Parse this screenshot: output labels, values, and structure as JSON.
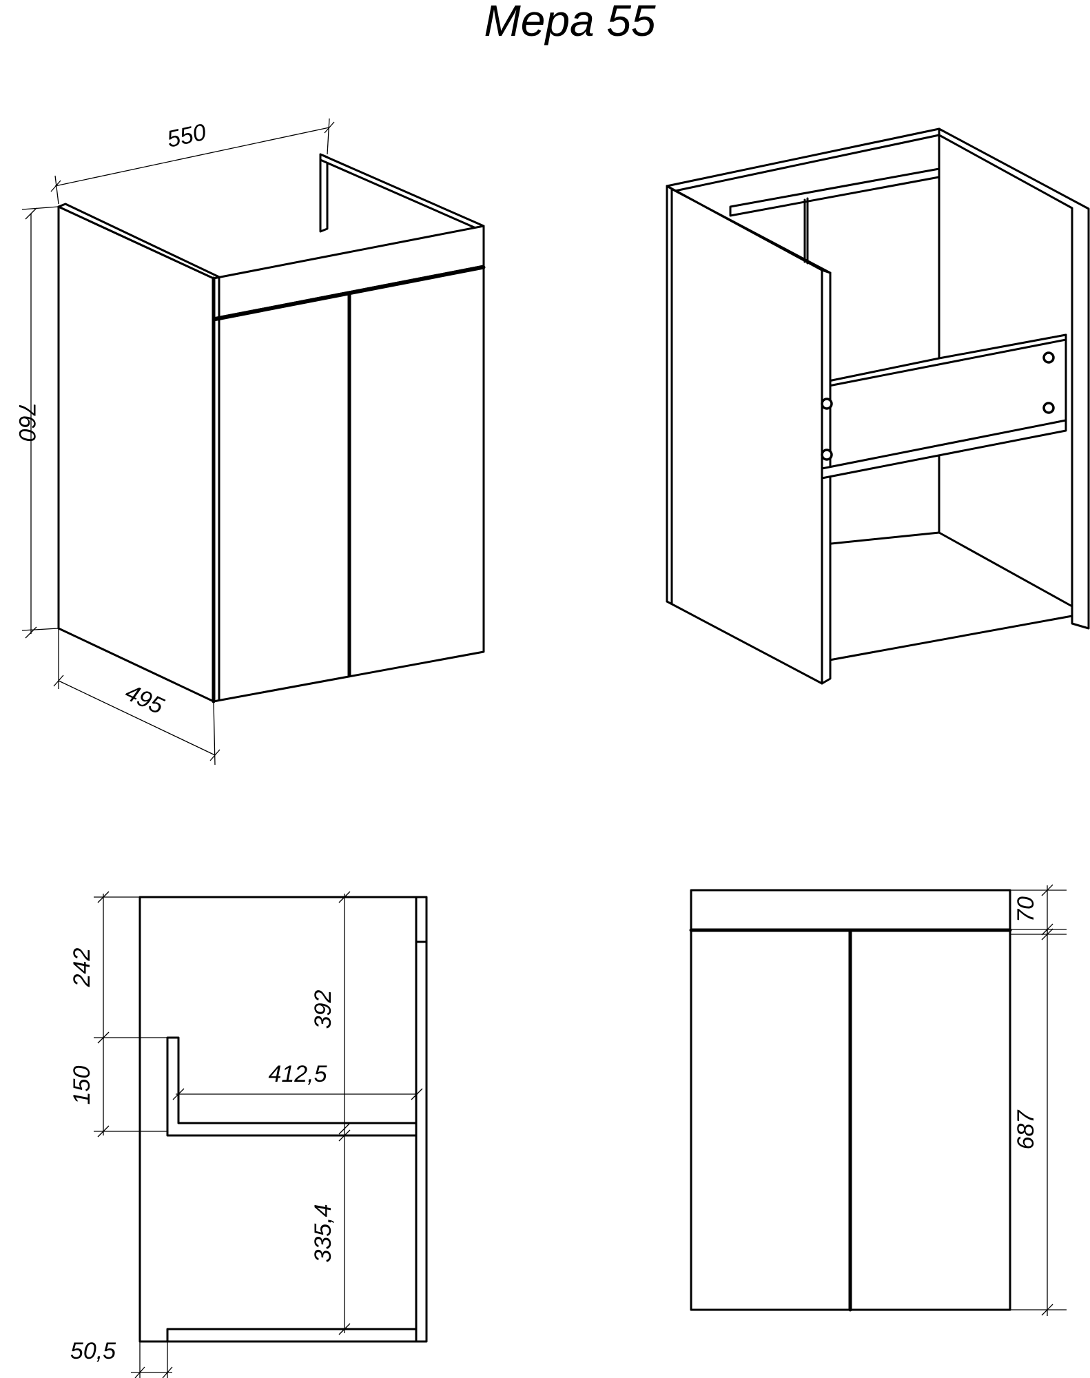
{
  "title": "Мера 55",
  "dimensions": {
    "width": "550",
    "height": "760",
    "depth": "495",
    "side_top": "242",
    "side_upper_height": "392",
    "side_notch": "150",
    "shelf_depth": "412,5",
    "side_lower_height": "335,4",
    "side_bottom": "50,5",
    "front_top_panel": "70",
    "front_doors": "687"
  }
}
